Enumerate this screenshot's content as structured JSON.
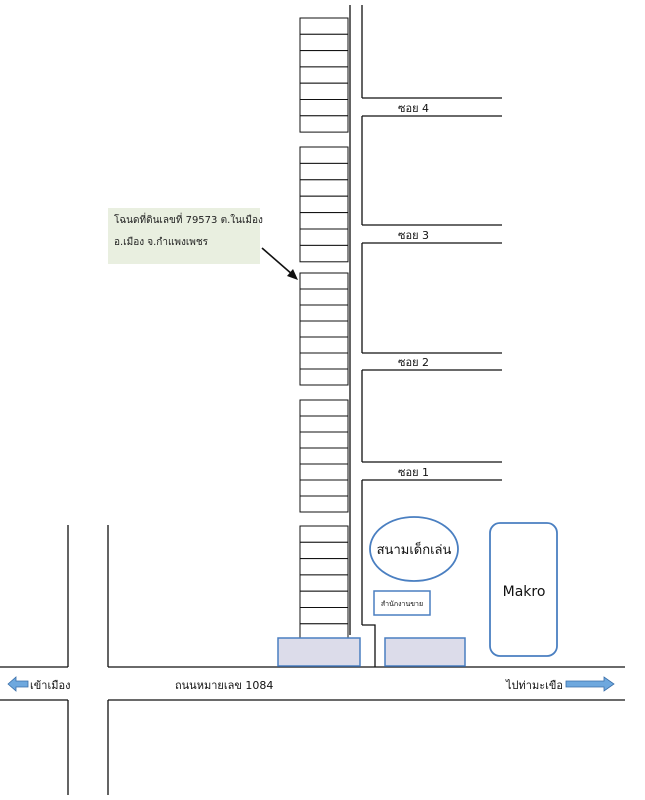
{
  "labels": {
    "soi4": "ซอย 4",
    "soi3": "ซอย 3",
    "soi2": "ซอย 2",
    "soi1": "ซอย 1",
    "playground": "สนามเด็กเล่น",
    "sales_office": "สำนักงานขาย",
    "makro": "Makro",
    "main_road": "ถนนหมายเลข 1084",
    "to_city": "เข้าเมือง",
    "to_pier": "ไปท่ามะเขือ"
  },
  "callout": {
    "line1": "โฉนดที่ดินเลขที่ 79573 ต.ในเมือง",
    "line2": "อ.เมือง จ.กำแพงเพชร"
  },
  "colors": {
    "highlight_plot": "#e0392b",
    "building_fill": "#dcdcea",
    "building_stroke": "#4a7fc1",
    "arrow_fill": "#6ea8de",
    "callout_bg": "#e9efe0"
  },
  "highlighted_plot_index": 8
}
